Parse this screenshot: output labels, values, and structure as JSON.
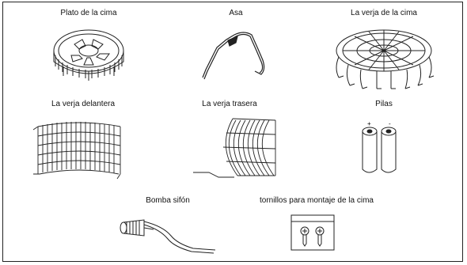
{
  "parts": [
    {
      "id": "top-plate",
      "label": "Plato de la cima"
    },
    {
      "id": "handle",
      "label": "Asa"
    },
    {
      "id": "top-grill",
      "label": "La verja de la cima"
    },
    {
      "id": "front-grill",
      "label": "La verja delantera"
    },
    {
      "id": "rear-grill",
      "label": "La verja trasera"
    },
    {
      "id": "batteries",
      "label": "Pilas"
    },
    {
      "id": "siphon-pump",
      "label": "Bomba sifón"
    },
    {
      "id": "top-mount-screws",
      "label": "tornillos para montaje de la cima"
    }
  ],
  "battery_marks": {
    "plus": "+",
    "minus": "-"
  }
}
